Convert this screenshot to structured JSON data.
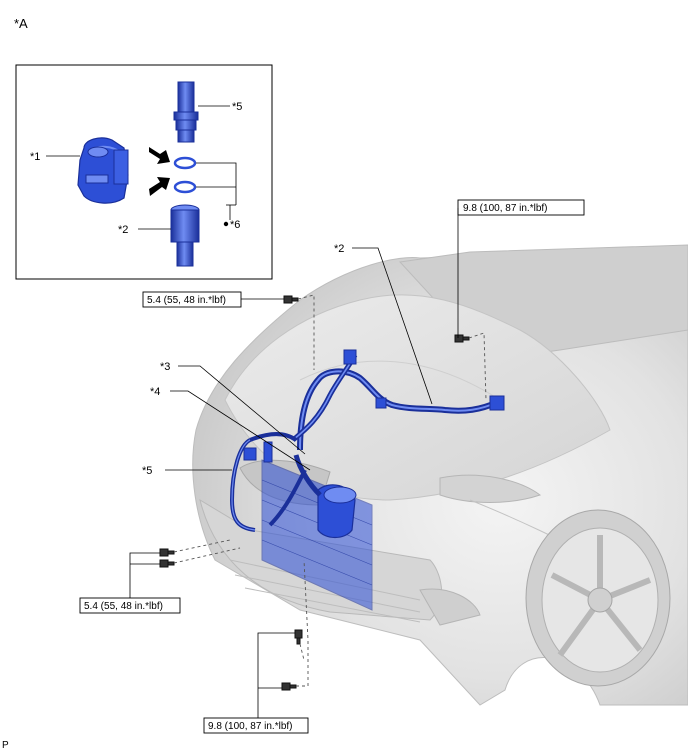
{
  "view_tag": "*A",
  "footer_code": "P",
  "callouts": {
    "inset_part_1": "*1",
    "inset_part_2": "*2",
    "inset_part_5": "*5",
    "inset_part_6": "*6",
    "main_part_2": "*2",
    "main_part_3": "*3",
    "main_part_4": "*4",
    "main_part_5": "*5"
  },
  "torque": {
    "top_right": "9.8 (100, 87 in.*lbf)",
    "upper_left": "5.4 (55, 48 in.*lbf)",
    "lower_left": "5.4 (55, 48 in.*lbf)",
    "bottom": "9.8 (100, 87 in.*lbf)"
  },
  "colors": {
    "part_blue": "#2d4fd6",
    "part_blue_dark": "#1a2f9a",
    "part_blue_light": "#6f8cf2",
    "car_gray": "#d9d9d9"
  },
  "icons": {
    "arrow": "solid-black-arrow",
    "dot": "filled-dot-marker",
    "bolt": "bolt-icon"
  }
}
